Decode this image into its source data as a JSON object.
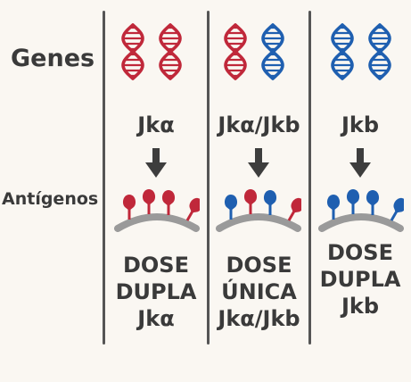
{
  "row_labels": {
    "genes": "Genes",
    "antigens": "Antígenos"
  },
  "colors": {
    "jka": "#c0283a",
    "jkb": "#1f5fb0",
    "membrane": "#9a9a9a",
    "arrow": "#3d3d3d",
    "divider": "#555555"
  },
  "columns": [
    {
      "genes": [
        "jka",
        "jka"
      ],
      "allele": "Jkα",
      "antigens": [
        "jka",
        "jka",
        "jka",
        "jka"
      ],
      "dose": [
        "DOSE",
        "DUPLA",
        "Jkα"
      ]
    },
    {
      "genes": [
        "jka",
        "jkb"
      ],
      "allele": "Jkα/Jkb",
      "antigens": [
        "jkb",
        "jka",
        "jkb",
        "jka"
      ],
      "dose": [
        "DOSE",
        "ÚNICA",
        "Jkα/Jkb"
      ]
    },
    {
      "genes": [
        "jkb",
        "jkb"
      ],
      "allele": "Jkb",
      "antigens": [
        "jkb",
        "jkb",
        "jkb",
        "jkb"
      ],
      "dose": [
        "DOSE",
        "DUPLA",
        "Jkb"
      ]
    }
  ]
}
